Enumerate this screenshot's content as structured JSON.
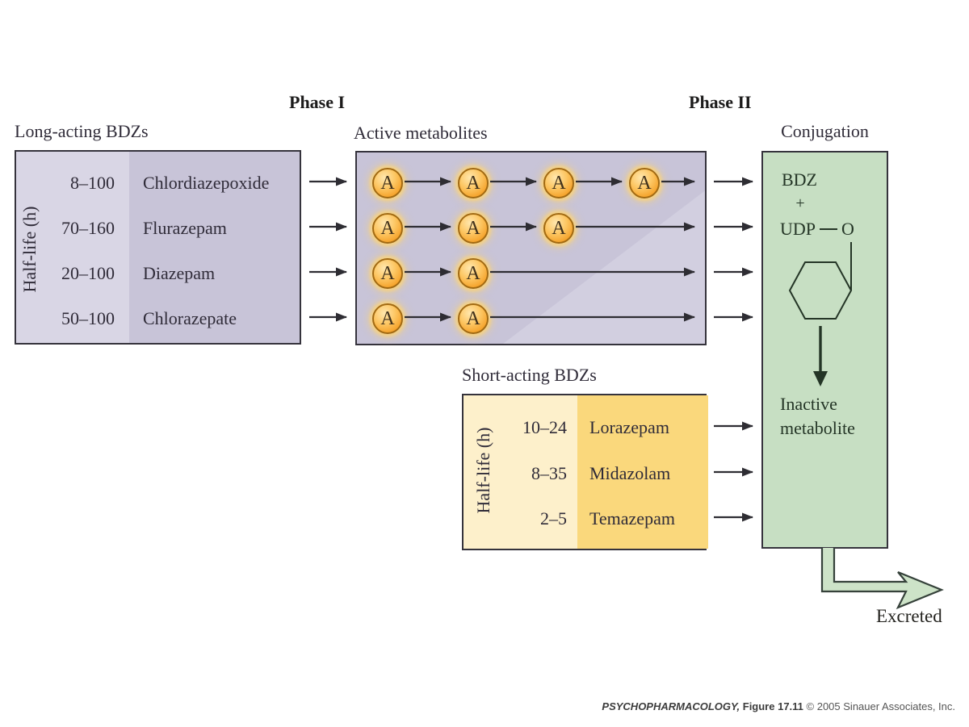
{
  "titles": {
    "phase1": "Phase I",
    "phase2": "Phase II"
  },
  "long_acting": {
    "title": "Long-acting BDZs",
    "axis_label": "Half-life (h)",
    "rows": [
      {
        "half_life": "8–100",
        "drug": "Chlordiazepoxide"
      },
      {
        "half_life": "70–160",
        "drug": "Flurazepam"
      },
      {
        "half_life": "20–100",
        "drug": "Diazepam"
      },
      {
        "half_life": "50–100",
        "drug": "Chlorazepate"
      }
    ]
  },
  "active_metabolites": {
    "title": "Active metabolites",
    "marker_label": "A",
    "circles_per_row": [
      4,
      3,
      2,
      2
    ]
  },
  "short_acting": {
    "title": "Short-acting BDZs",
    "axis_label": "Half-life (h)",
    "rows": [
      {
        "half_life": "10–24",
        "drug": "Lorazepam"
      },
      {
        "half_life": "8–35",
        "drug": "Midazolam"
      },
      {
        "half_life": "2–5",
        "drug": "Temazepam"
      }
    ]
  },
  "conjugation": {
    "title": "Conjugation",
    "reactant": "BDZ",
    "plus": "+",
    "udp": "UDP",
    "oxygen": "O",
    "product": "Inactive metabolite"
  },
  "excreted_label": "Excreted",
  "credit": {
    "book": "PSYCHOPHARMACOLOGY,",
    "figure": "Figure 17.11",
    "copyright": "© 2005 Sinauer Associates, Inc."
  },
  "colors": {
    "purple_box": "#c8c4d8",
    "purple_strip": "#d9d6e5",
    "purple_light_diagonal": "#d2cfe0",
    "green_box": "#c7dfc3",
    "yellow_light": "#fdf0cb",
    "yellow_dark": "#fad87c",
    "circle_orange": "#f5a22a",
    "circle_border": "#a26a12",
    "arrow": "#2e2d33",
    "text": "#2f2b38",
    "green_text": "#243526"
  }
}
